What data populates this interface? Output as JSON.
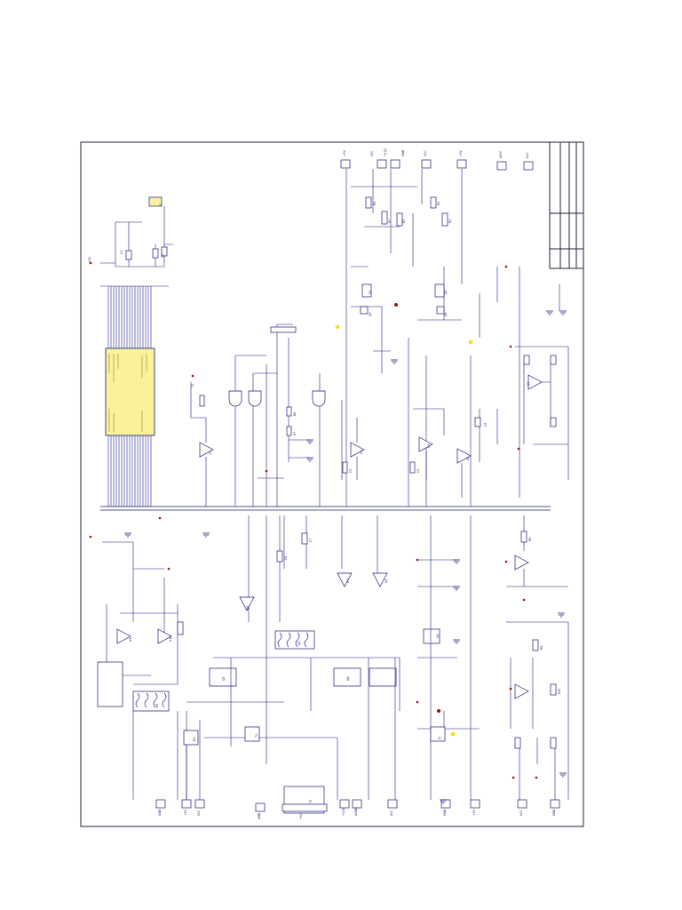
{
  "title_block": {
    "lines": [
      "",
      "",
      ""
    ]
  },
  "colors": {
    "wire": "#1a1a7a",
    "chip_fill": "#fbf19a",
    "frame": "#22223a",
    "marker_red": "#a01010",
    "highlight_yellow": "#f3e300"
  },
  "labels": {
    "power_top": [
      "+5V",
      "VCC",
      "+12V",
      "GND",
      "VCC",
      "+5V",
      "AVCC",
      "VCC",
      "+5V"
    ],
    "power_bottom": [
      "GND",
      "+5V",
      "VCC",
      "GND",
      "+12V",
      "AGND",
      "VCC",
      "GND",
      "+5V",
      "VCC",
      "GND",
      "+5V"
    ],
    "parts": [
      "U1",
      "U2",
      "U3",
      "U4",
      "U5",
      "U6",
      "U7",
      "U8",
      "U9",
      "U10",
      "Q1",
      "Q2",
      "Q3",
      "Q4",
      "Q5",
      "Q6",
      "R1",
      "R2",
      "R3",
      "R4",
      "R5",
      "R6",
      "R7",
      "R8",
      "R9",
      "R10",
      "C1",
      "C2",
      "C3",
      "C4",
      "C5",
      "C6",
      "C7",
      "C8",
      "D1",
      "D2",
      "D3",
      "T1",
      "T2",
      "J1",
      "J2",
      "Y1"
    ]
  }
}
